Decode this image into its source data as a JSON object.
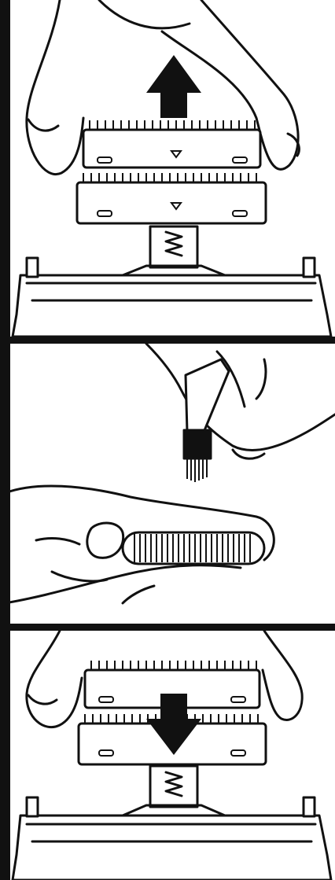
{
  "panels": [
    {
      "id": "step-1",
      "arrow": "up"
    },
    {
      "id": "step-2",
      "arrow": "none"
    },
    {
      "id": "step-3",
      "arrow": "down"
    }
  ],
  "colors": {
    "ink": "#111111",
    "paper": "#ffffff"
  },
  "icons": [
    "arrow-up-icon",
    "brush-icon",
    "arrow-down-icon"
  ]
}
